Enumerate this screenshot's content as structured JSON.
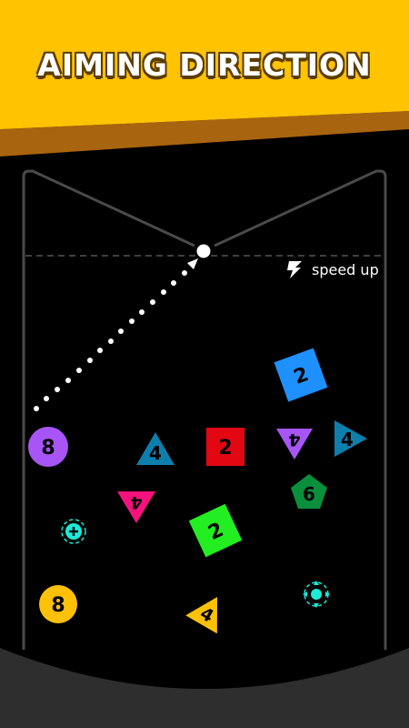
{
  "banner": {
    "title": "AIMING DIRECTION",
    "color": "#ffc300",
    "edge_color": "#a9640f"
  },
  "controls": {
    "speed_up_label": "speed up",
    "speed_up_icon": "lightning-bolt-icon"
  },
  "blocks": [
    {
      "shape": "square",
      "color": "#1e90ff",
      "number": "2"
    },
    {
      "shape": "circle",
      "color": "#a855f7",
      "number": "8"
    },
    {
      "shape": "triangle",
      "color": "#0d7fad",
      "number": "4"
    },
    {
      "shape": "square",
      "color": "#e30613",
      "number": "2"
    },
    {
      "shape": "triangle",
      "color": "#a855f7",
      "number": "4"
    },
    {
      "shape": "triangle",
      "color": "#0d7fad",
      "number": "4"
    },
    {
      "shape": "pentagon",
      "color": "#0a8f3c",
      "number": "6"
    },
    {
      "shape": "triangle",
      "color": "#f5127c",
      "number": "4"
    },
    {
      "shape": "square",
      "color": "#22ee22",
      "number": "2"
    },
    {
      "shape": "circle",
      "color": "#ffc107",
      "number": "8"
    },
    {
      "shape": "triangle",
      "color": "#ffc107",
      "number": "4"
    }
  ],
  "powerups": [
    {
      "type": "add-ball",
      "icon": "plus-icon",
      "color": "#1de9d6"
    },
    {
      "type": "crosshair",
      "icon": "crosshair-icon",
      "color": "#1de9d6"
    }
  ]
}
